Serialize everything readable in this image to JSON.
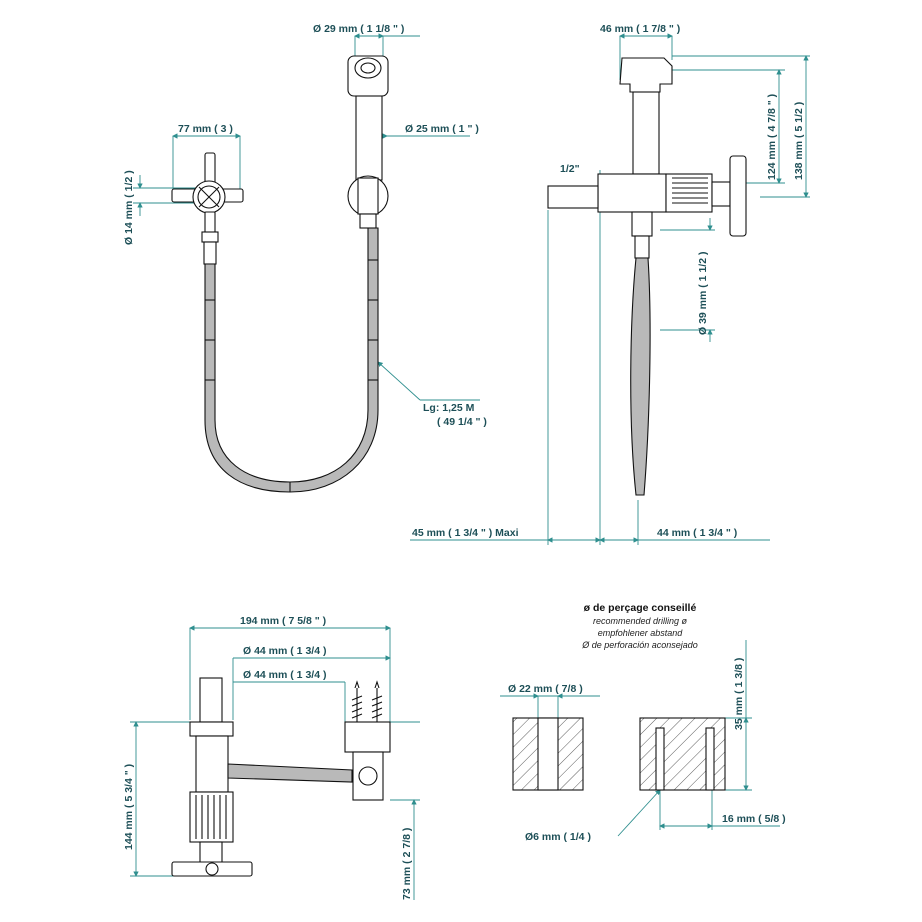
{
  "front_view": {
    "dia_head": "Ø 29 mm ( 1 1/8 \" )",
    "dia_handle": "Ø 25 mm ( 1 \" )",
    "width_cross": "77 mm ( 3 )",
    "dia_inlet": "Ø 14 mm ( 1/2 )",
    "hose_length_1": "Lg: 1,25 M",
    "hose_length_2": "( 49 1/4 \" )"
  },
  "side_view": {
    "width_holder": "46 mm ( 1 7/8 \" )",
    "thread": "1/2\"",
    "height_124": "124 mm ( 4 7/8 \" )",
    "height_138": "138 mm ( 5 1/2 )",
    "dia_39": "Ø 39 mm ( 1 1/2 )",
    "depth_max": "45 mm ( 1 3/4 \" ) Maxi",
    "depth_44": "44 mm ( 1 3/4 \" )"
  },
  "top_view": {
    "length_194": "194 mm ( 7 5/8 \" )",
    "dia_44_a": "Ø 44 mm ( 1 3/4 )",
    "dia_44_b": "Ø 44 mm ( 1 3/4 )",
    "height_144": "144 mm ( 5 3/4 \" )",
    "height_73": "73 mm ( 2 7/8 )"
  },
  "drilling": {
    "title": "ø de perçage conseillé",
    "line_en": "recommended drilling ø",
    "line_de": "empfohlener abstand",
    "line_es": "Ø de perforación aconsejado",
    "dia_22": "Ø 22 mm ( 7/8 )",
    "depth_35": "35 mm ( 1 3/8 )",
    "dia_6": "Ø6 mm ( 1/4 )",
    "spacing_16": "16 mm ( 5/8 )"
  },
  "colors": {
    "dimension_text": "#1d4f57",
    "dimension_line": "#2f8f8f",
    "outline": "#111111",
    "hose_fill": "#b9b9b9"
  }
}
